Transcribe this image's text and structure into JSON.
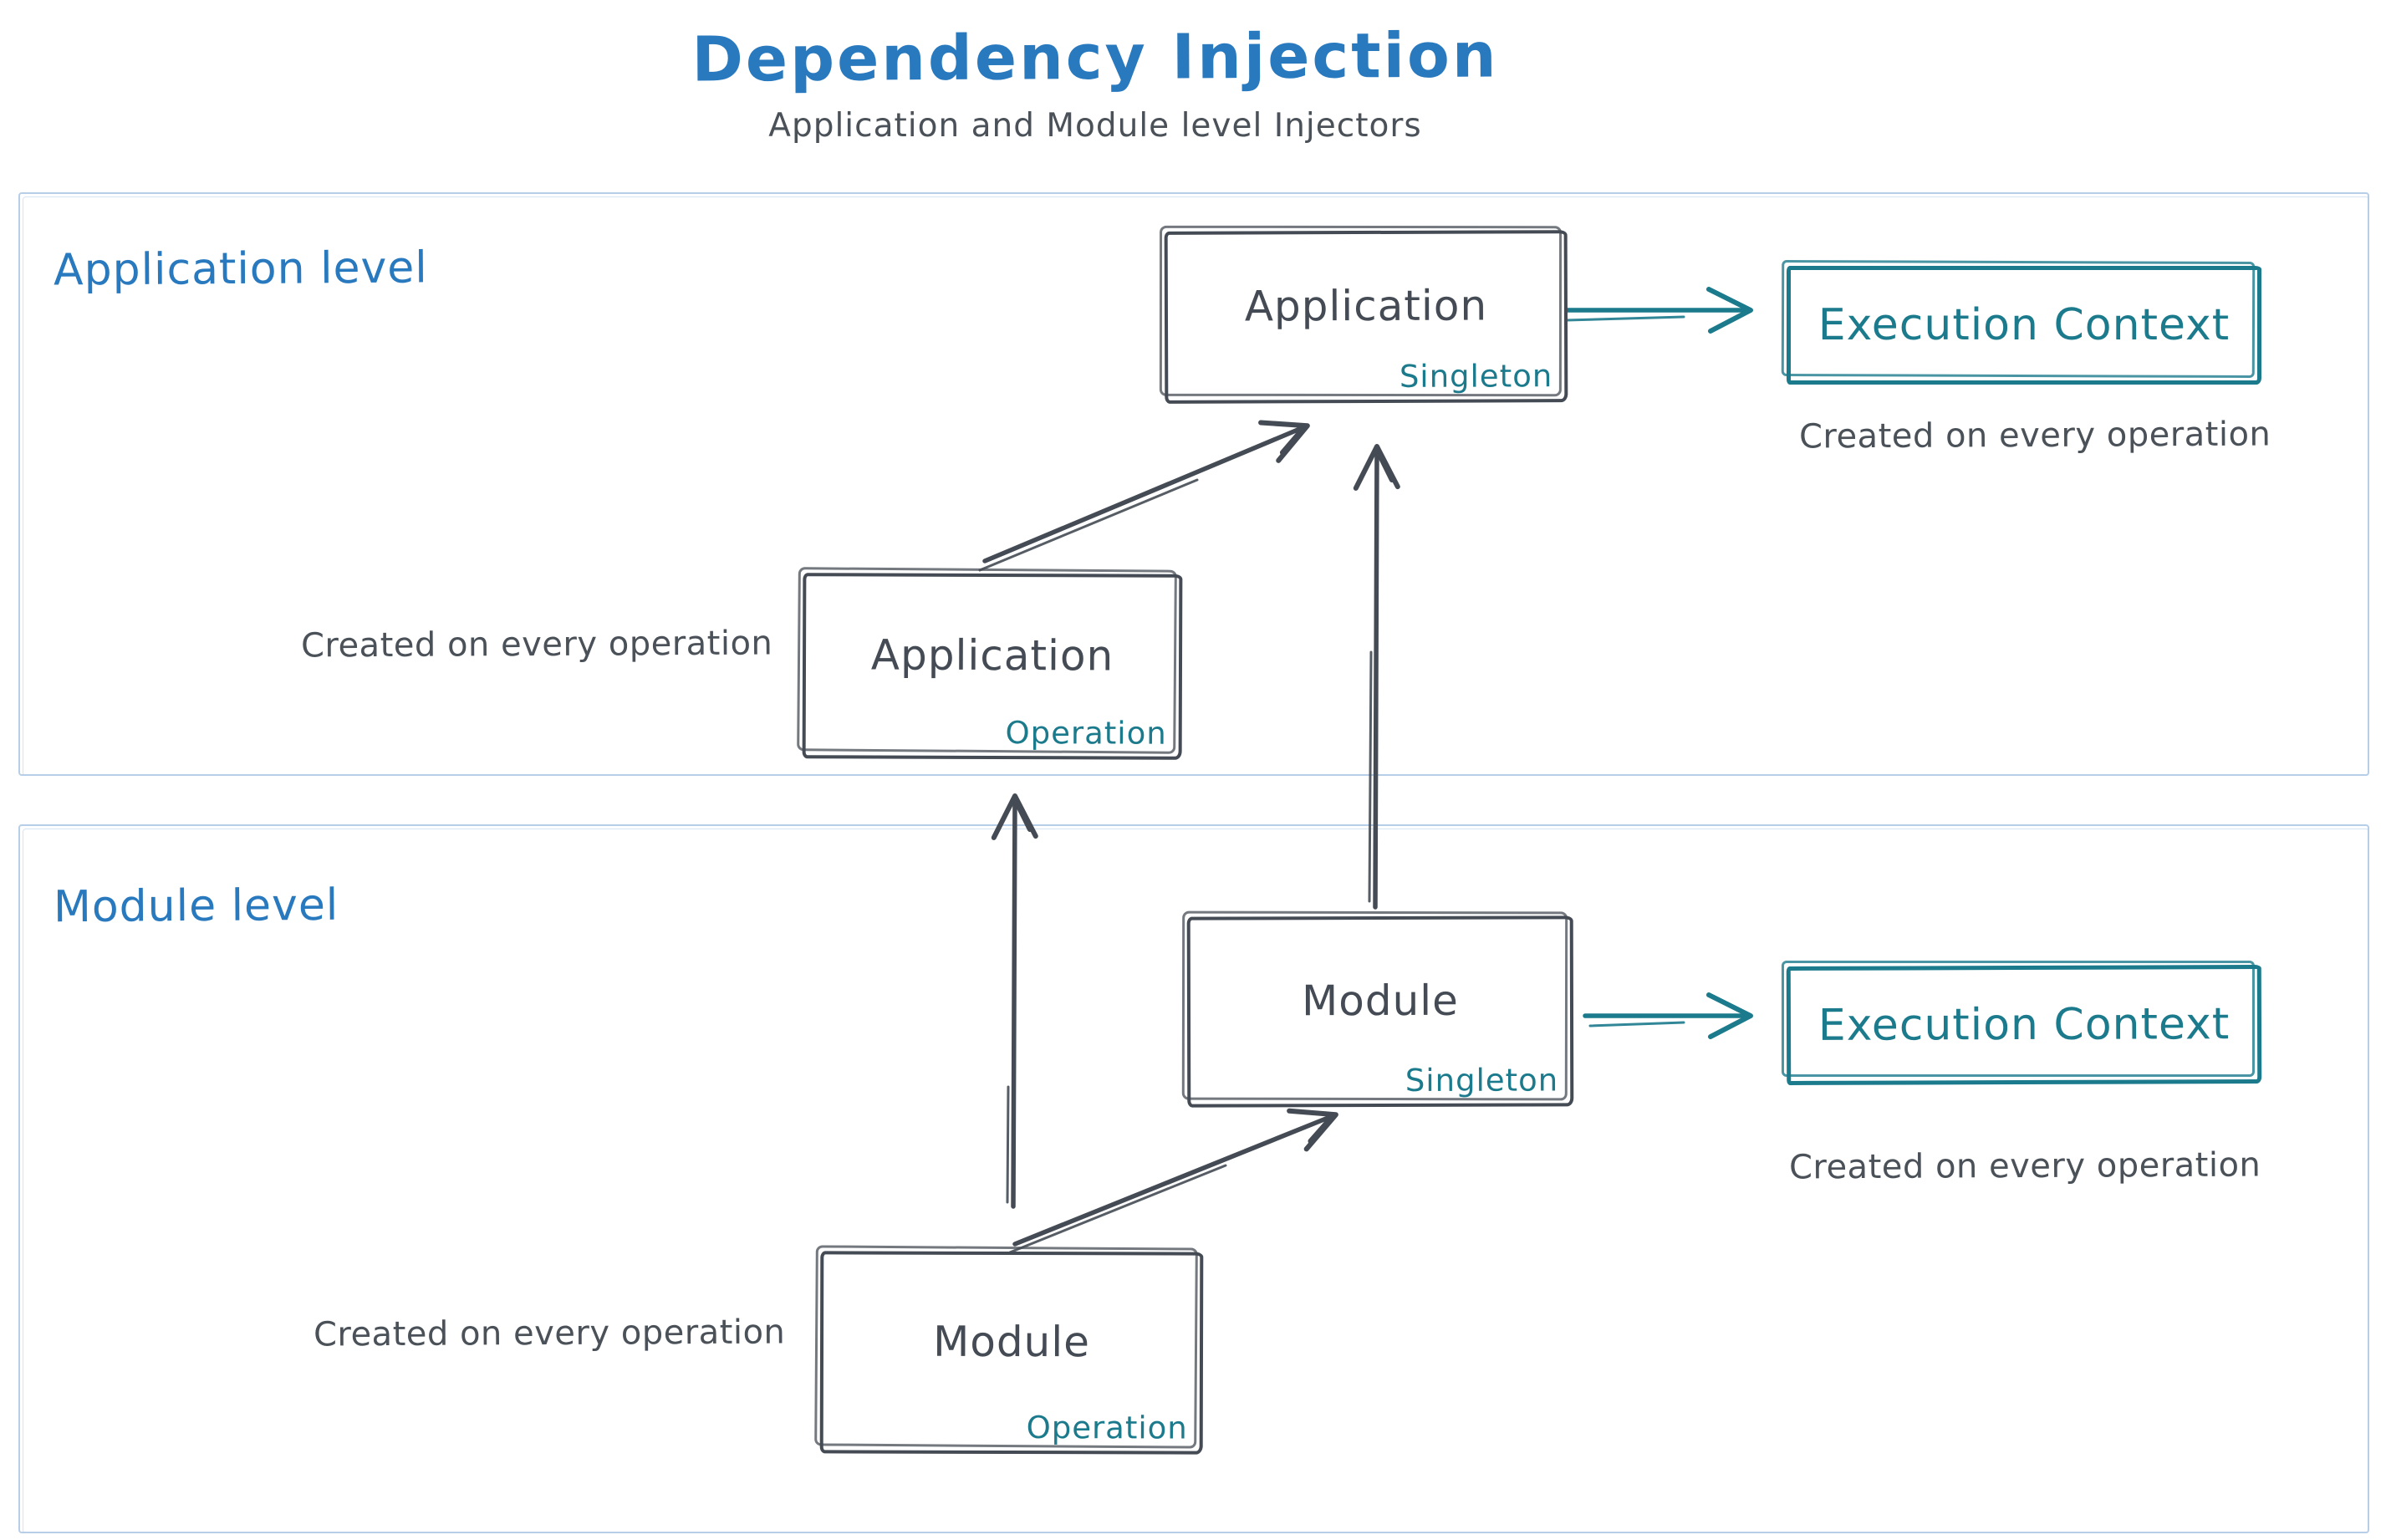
{
  "title": {
    "text": "Dependency Injection"
  },
  "subtitle": {
    "text": "Application and Module level Injectors"
  },
  "colors": {
    "blue": "#2979bf",
    "dark": "#454b54",
    "teal": "#1b7a8c",
    "container_border": "#b7cee8",
    "text_gray": "#4b5158",
    "bg": "#ffffff"
  },
  "sections": {
    "application": {
      "label": "Application level"
    },
    "module": {
      "label": "Module level"
    }
  },
  "nodes": {
    "app_singleton": {
      "title": "Application",
      "tag": "Singleton"
    },
    "app_operation": {
      "title": "Application",
      "tag": "Operation"
    },
    "module_singleton": {
      "title": "Module",
      "tag": "Singleton"
    },
    "module_operation": {
      "title": "Module",
      "tag": "Operation"
    },
    "ec_app": {
      "title": "Execution Context",
      "caption": "Created on every operation"
    },
    "ec_module": {
      "title": "Execution Context",
      "caption": "Created on every operation"
    }
  },
  "captions": {
    "app_operation": "Created on every operation",
    "module_operation": "Created on every operation"
  },
  "arrows": [
    {
      "id": "app-singleton-to-ec",
      "from": "app_singleton",
      "to": "ec_app",
      "color": "teal"
    },
    {
      "id": "app-operation-to-app-singleton",
      "from": "app_operation",
      "to": "app_singleton",
      "color": "dark"
    },
    {
      "id": "module-singleton-to-app-singleton",
      "from": "module_singleton",
      "to": "app_singleton",
      "color": "dark"
    },
    {
      "id": "module-singleton-to-ec",
      "from": "module_singleton",
      "to": "ec_module",
      "color": "teal"
    },
    {
      "id": "module-operation-to-module-singleton",
      "from": "module_operation",
      "to": "module_singleton",
      "color": "dark"
    },
    {
      "id": "module-operation-to-app-operation",
      "from": "module_operation",
      "to": "app_operation",
      "color": "dark"
    }
  ]
}
